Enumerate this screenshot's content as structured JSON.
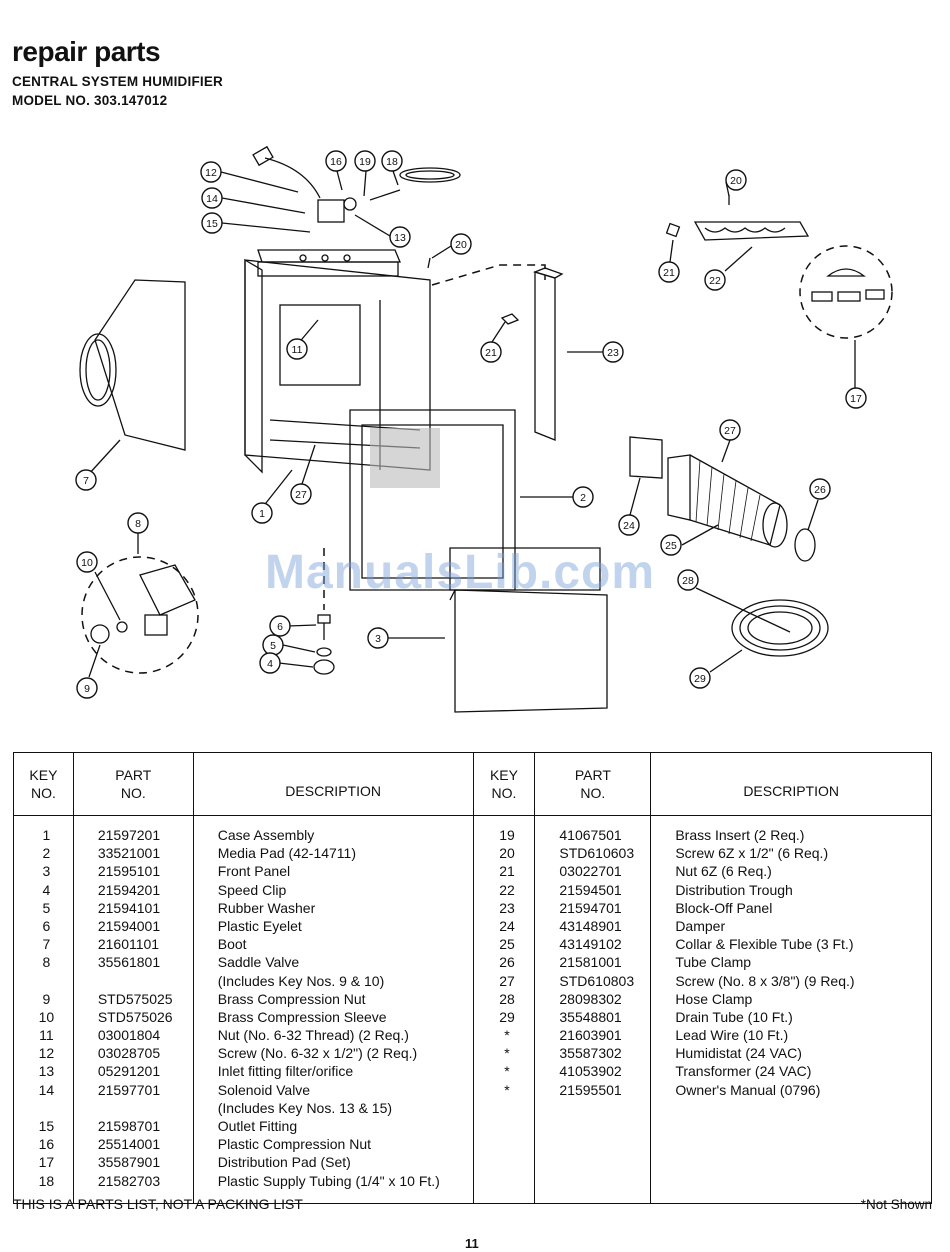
{
  "header": {
    "title": "repair parts",
    "subtitle": "CENTRAL SYSTEM HUMIDIFIER",
    "model": "MODEL NO. 303.147012"
  },
  "watermark": "ManualsLib.com",
  "diagram": {
    "callouts": [
      "1",
      "2",
      "3",
      "4",
      "5",
      "6",
      "7",
      "8",
      "9",
      "10",
      "11",
      "12",
      "13",
      "14",
      "15",
      "16",
      "17",
      "18",
      "19",
      "20",
      "20",
      "21",
      "21",
      "22",
      "23",
      "24",
      "25",
      "26",
      "27",
      "27",
      "28",
      "29"
    ]
  },
  "table": {
    "headers": {
      "key_l1": "KEY",
      "key_l2": "NO.",
      "part_l1": "PART",
      "part_l2": "NO.",
      "desc": "DESCRIPTION"
    },
    "left_rows": [
      {
        "key": "1",
        "part": "21597201",
        "desc": "Case Assembly"
      },
      {
        "key": "2",
        "part": "33521001",
        "desc": "Media Pad (42-14711)"
      },
      {
        "key": "3",
        "part": "21595101",
        "desc": "Front Panel"
      },
      {
        "key": "4",
        "part": "21594201",
        "desc": "Speed Clip"
      },
      {
        "key": "5",
        "part": "21594101",
        "desc": "Rubber Washer"
      },
      {
        "key": "6",
        "part": "21594001",
        "desc": "Plastic Eyelet"
      },
      {
        "key": "7",
        "part": "21601101",
        "desc": "Boot"
      },
      {
        "key": "8",
        "part": "35561801",
        "desc": "Saddle Valve"
      },
      {
        "key": "",
        "part": "",
        "desc": "(Includes Key Nos. 9 & 10)"
      },
      {
        "key": "9",
        "part": "STD575025",
        "desc": "Brass Compression Nut"
      },
      {
        "key": "10",
        "part": "STD575026",
        "desc": "Brass Compression Sleeve"
      },
      {
        "key": "11",
        "part": "03001804",
        "desc": "Nut (No. 6-32 Thread) (2 Req.)"
      },
      {
        "key": "12",
        "part": "03028705",
        "desc": "Screw (No. 6-32 x 1/2\") (2 Req.)"
      },
      {
        "key": "13",
        "part": "05291201",
        "desc": "Inlet fitting filter/orifice"
      },
      {
        "key": "14",
        "part": "21597701",
        "desc": "Solenoid Valve"
      },
      {
        "key": "",
        "part": "",
        "desc": "(Includes Key Nos. 13 & 15)"
      },
      {
        "key": "15",
        "part": "21598701",
        "desc": "Outlet Fitting"
      },
      {
        "key": "16",
        "part": "25514001",
        "desc": "Plastic Compression Nut"
      },
      {
        "key": "17",
        "part": "35587901",
        "desc": "Distribution Pad (Set)"
      },
      {
        "key": "18",
        "part": "21582703",
        "desc": "Plastic Supply Tubing (1/4\" x 10 Ft.)"
      }
    ],
    "right_rows": [
      {
        "key": "19",
        "part": "41067501",
        "desc": "Brass Insert (2 Req.)"
      },
      {
        "key": "20",
        "part": "STD610603",
        "desc": "Screw 6Z x 1/2\" (6 Req.)"
      },
      {
        "key": "21",
        "part": "03022701",
        "desc": "Nut 6Z (6 Req.)"
      },
      {
        "key": "22",
        "part": "21594501",
        "desc": "Distribution Trough"
      },
      {
        "key": "23",
        "part": "21594701",
        "desc": "Block-Off Panel"
      },
      {
        "key": "24",
        "part": "43148901",
        "desc": "Damper"
      },
      {
        "key": "25",
        "part": "43149102",
        "desc": "Collar & Flexible Tube (3 Ft.)"
      },
      {
        "key": "26",
        "part": "21581001",
        "desc": "Tube Clamp"
      },
      {
        "key": "27",
        "part": "STD610803",
        "desc": "Screw (No. 8 x 3/8\") (9 Req.)"
      },
      {
        "key": "28",
        "part": "28098302",
        "desc": "Hose Clamp"
      },
      {
        "key": "29",
        "part": "35548801",
        "desc": "Drain Tube (10 Ft.)"
      },
      {
        "key": "*",
        "part": "21603901",
        "desc": "Lead Wire (10 Ft.)"
      },
      {
        "key": "*",
        "part": "35587302",
        "desc": "Humidistat (24 VAC)"
      },
      {
        "key": "*",
        "part": "41053902",
        "desc": "Transformer (24 VAC)"
      },
      {
        "key": "*",
        "part": "21595501",
        "desc": "Owner's Manual (0796)"
      }
    ]
  },
  "footer": {
    "left": "THIS IS A PARTS LIST, NOT A PACKING LIST",
    "right": "*Not Shown",
    "page": "11"
  }
}
